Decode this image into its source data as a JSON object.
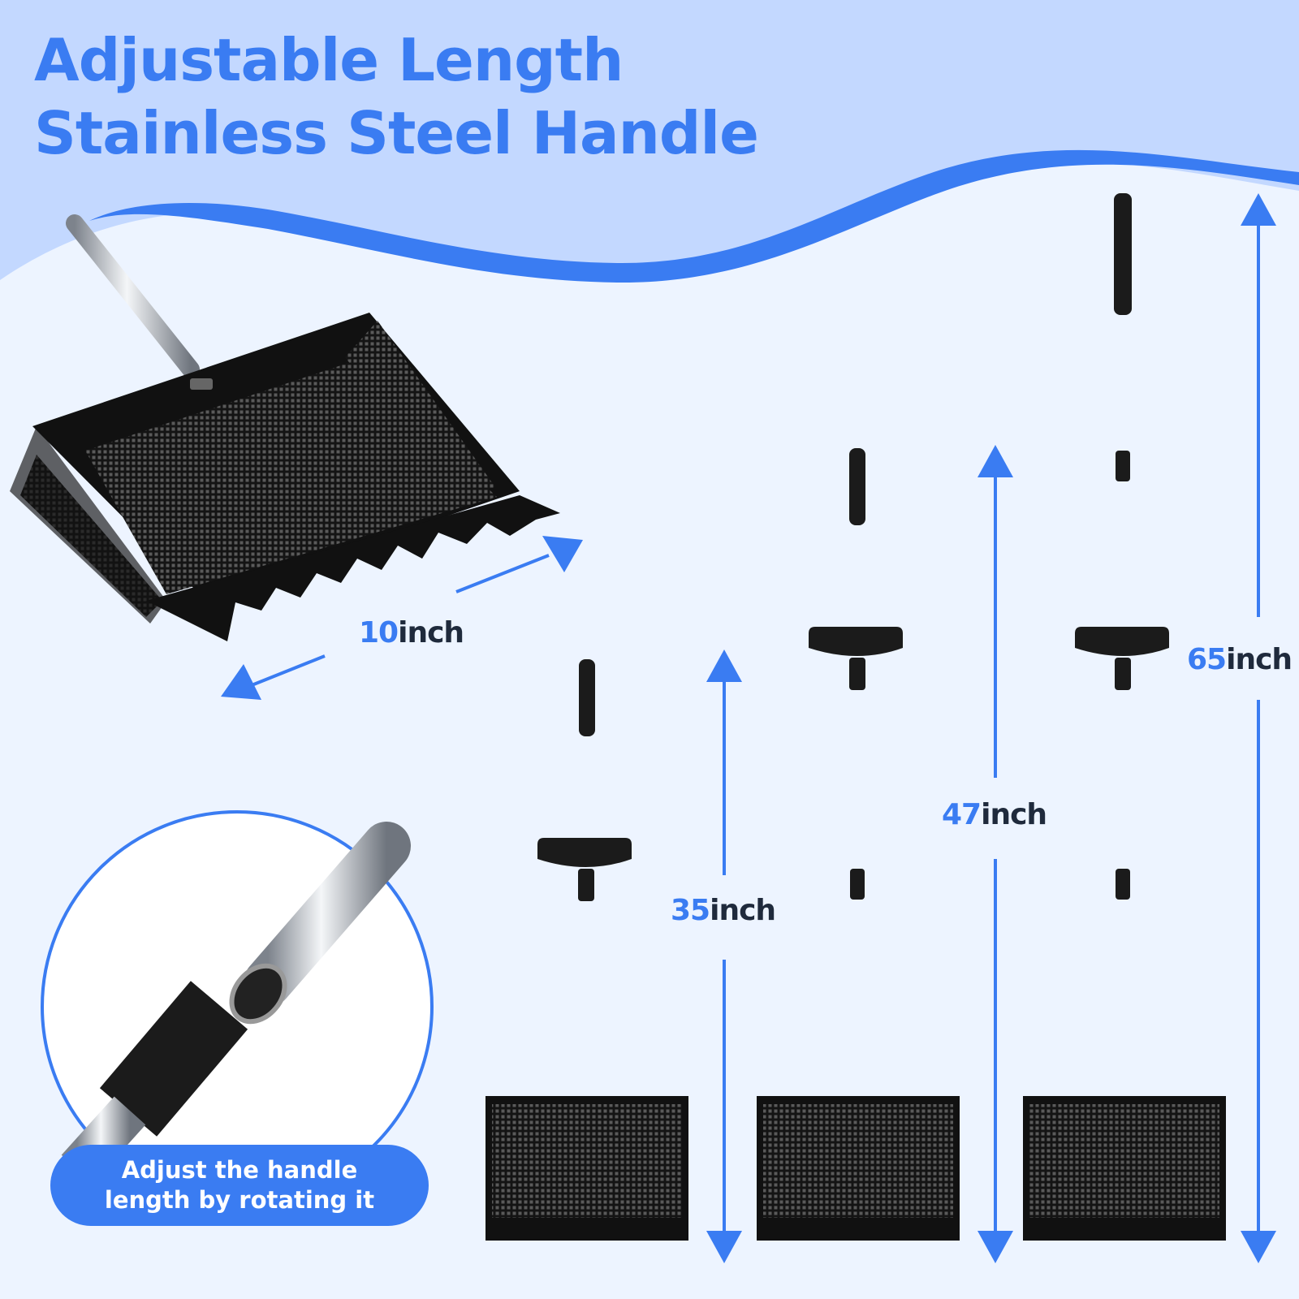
{
  "headline": {
    "line1": "Adjustable Length",
    "line2": "Stainless Steel Handle"
  },
  "dimensions": {
    "width": {
      "value": "10",
      "unit": "inch"
    },
    "short": {
      "value": "35",
      "unit": "inch"
    },
    "medium": {
      "value": "47",
      "unit": "inch"
    },
    "long": {
      "value": "65",
      "unit": "inch"
    }
  },
  "callout": {
    "line1": "Adjust the handle",
    "line2": "length by rotating it"
  },
  "colors": {
    "accent": "#3a7cf2",
    "background": "#edf4ff",
    "wave": "#c3d8ff",
    "product": "#1a1a1a",
    "steel": "#bfc4cc"
  },
  "icons": [
    "arrow-up-icon",
    "arrow-down-icon",
    "double-arrow-icon"
  ]
}
